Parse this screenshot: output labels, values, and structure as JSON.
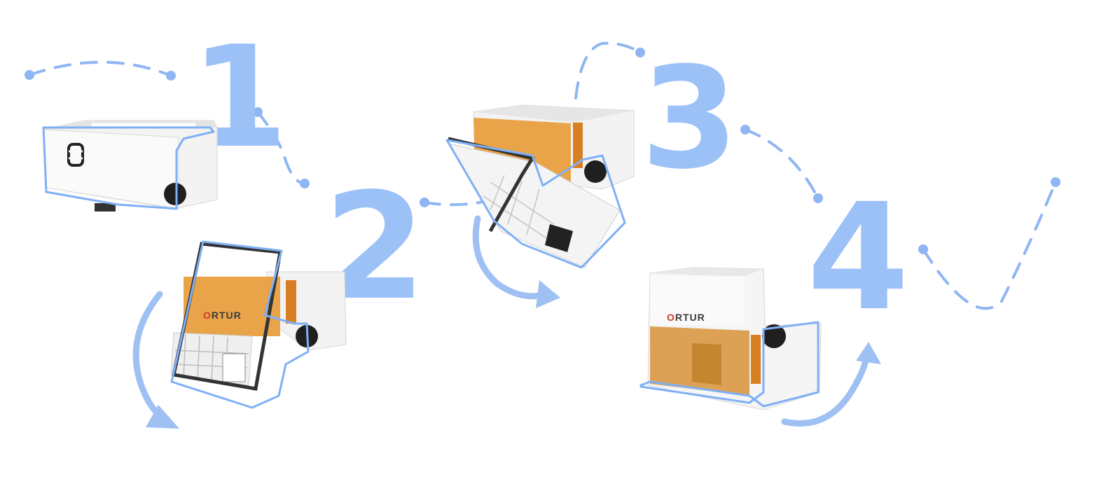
{
  "steps": [
    {
      "number": "1"
    },
    {
      "number": "2"
    },
    {
      "number": "3"
    },
    {
      "number": "4"
    }
  ],
  "brand": {
    "letter_o": "O",
    "rest": "RTUR"
  },
  "colors": {
    "accent_blue": "#9cc1f7",
    "amber_window": "#e8a24a",
    "body_white": "#f4f4f4",
    "knob_black": "#1f1f1f",
    "brand_red": "#d8352a"
  }
}
